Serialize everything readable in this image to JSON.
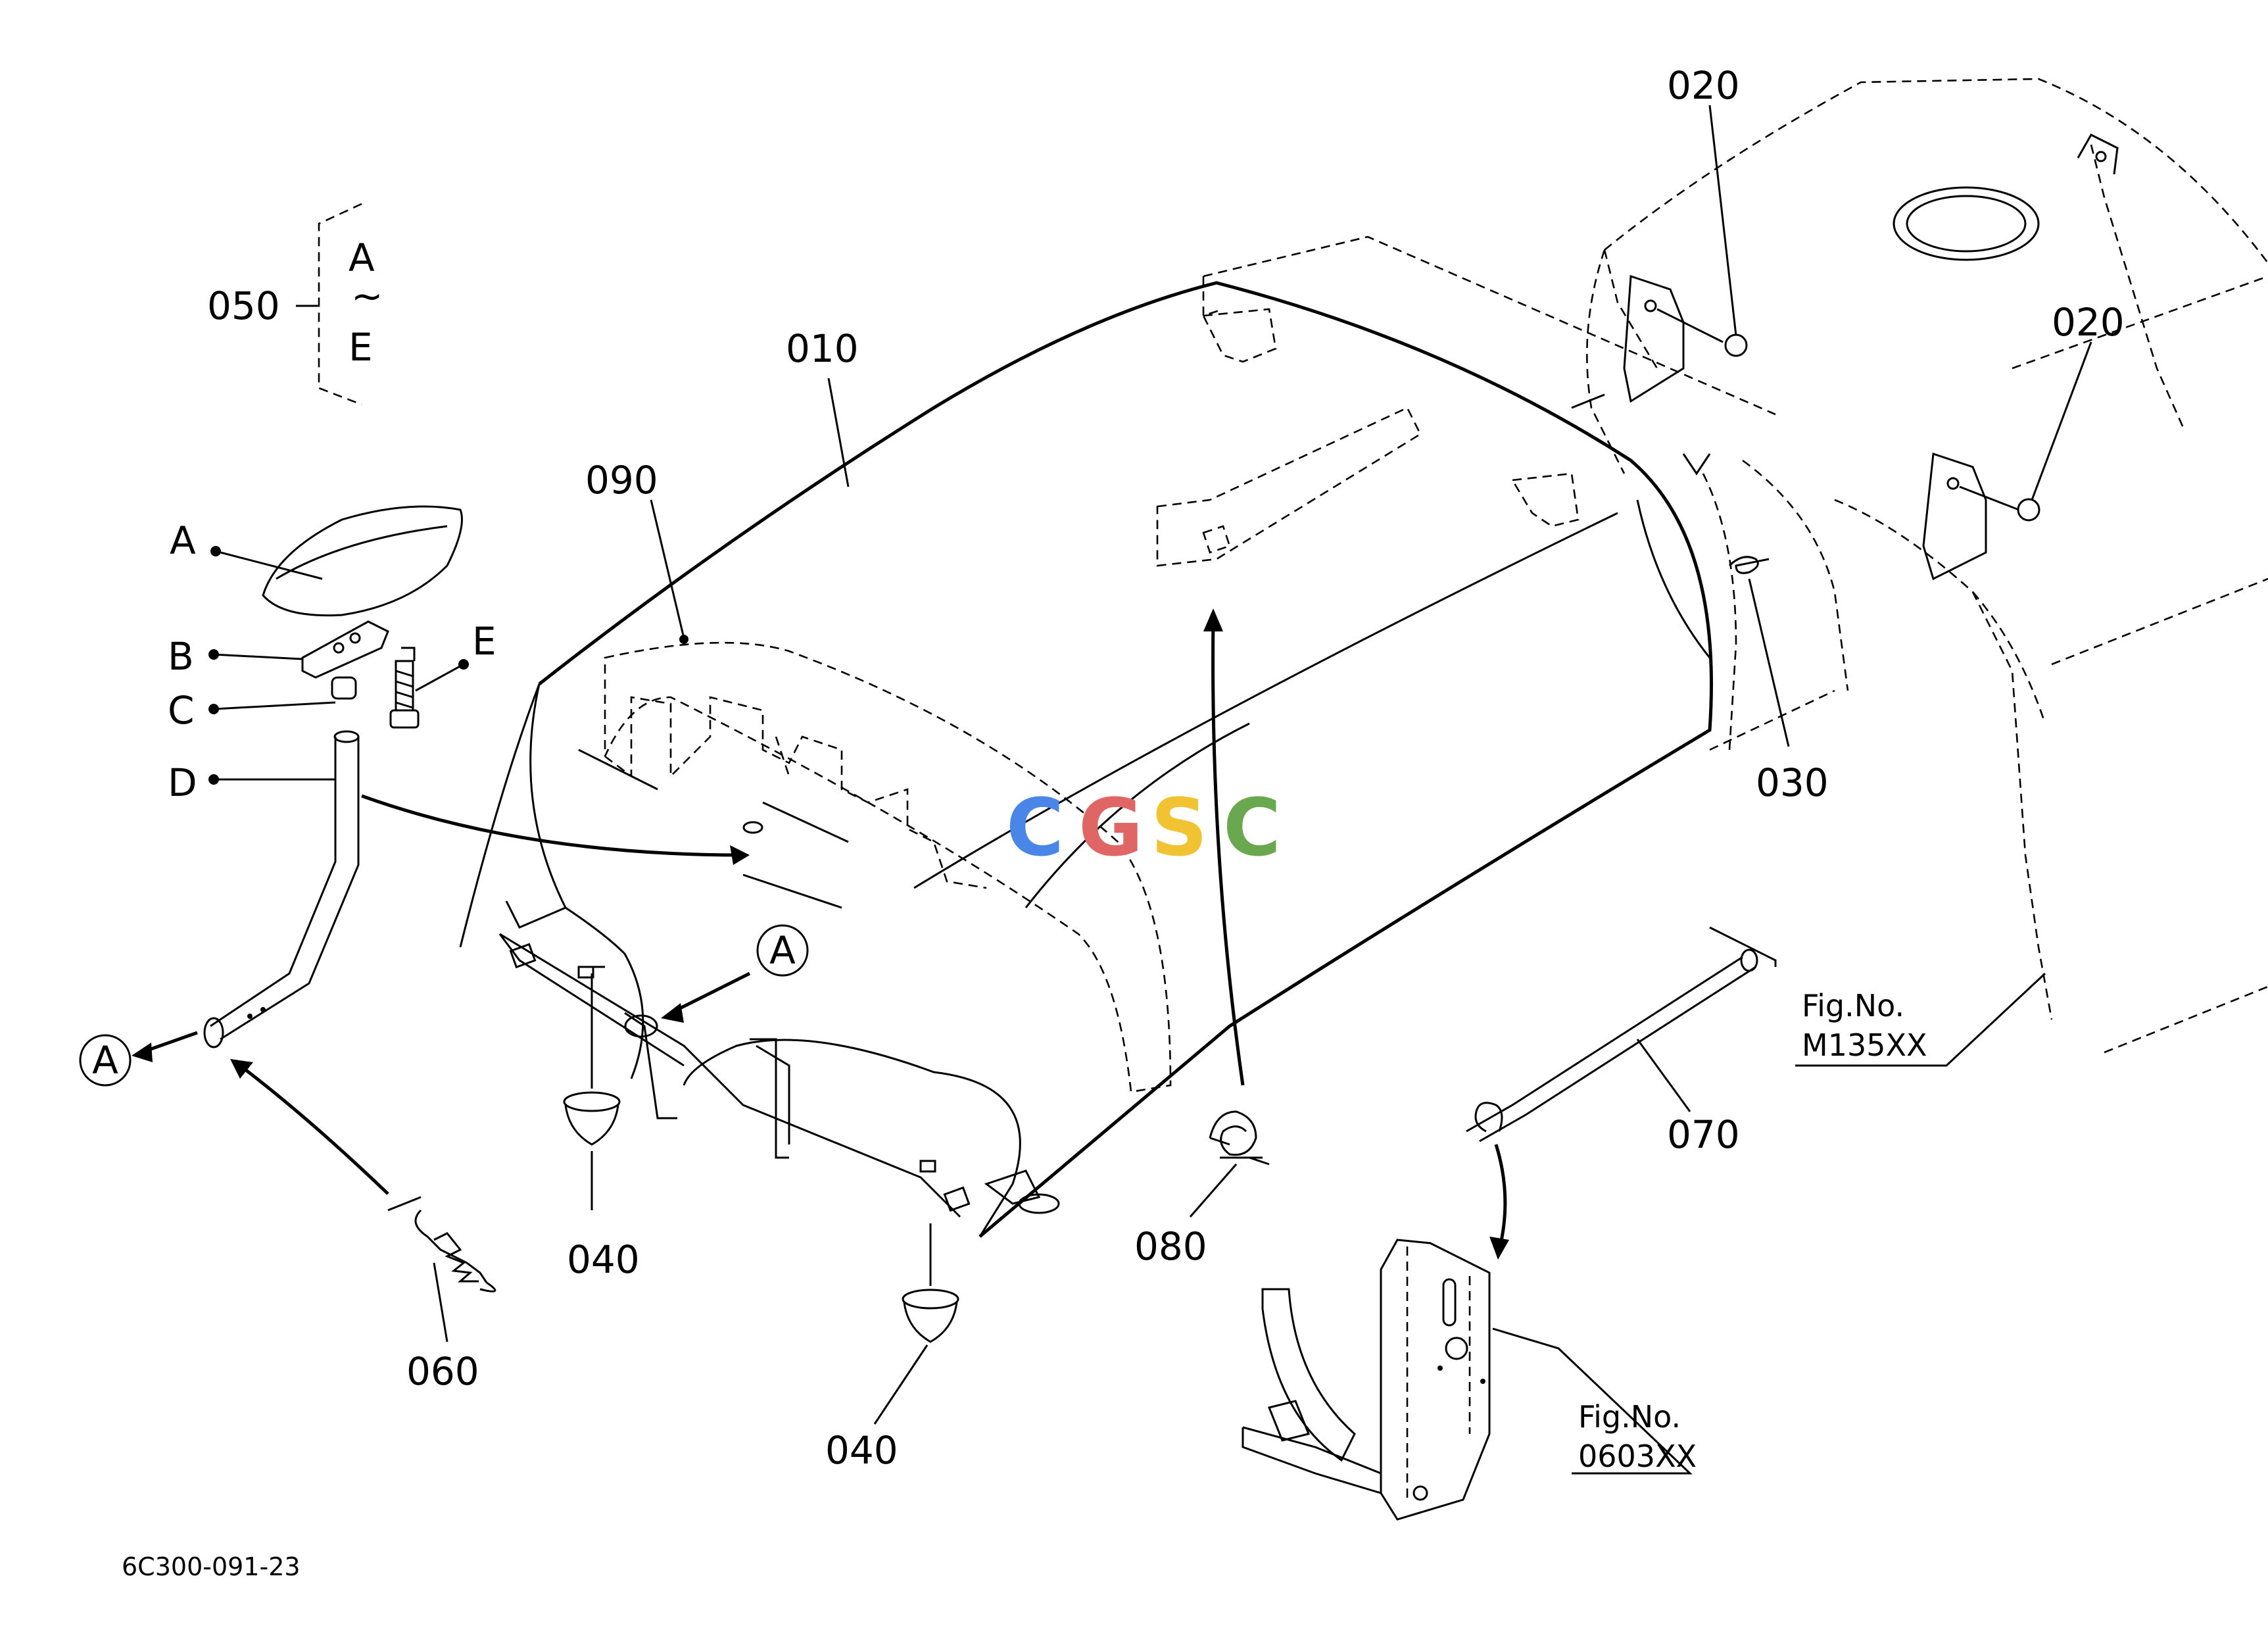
{
  "diagram": {
    "part_labels": {
      "p010": "010",
      "p020a": "020",
      "p020b": "020",
      "p030": "030",
      "p040a": "040",
      "p040b": "040",
      "p050": "050",
      "p060": "060",
      "p070": "070",
      "p080": "080",
      "p090": "090"
    },
    "letter_labels": {
      "A": "A",
      "B": "B",
      "C": "C",
      "D": "D",
      "E": "E"
    },
    "bracket_range": {
      "from": "A",
      "tilde": "~",
      "to": "E"
    },
    "circle_refs": {
      "left": "A",
      "center": "A"
    },
    "fig_refs": {
      "upper_line1": "Fig.No.",
      "upper_line2": "M135XX",
      "lower_line1": "Fig.No.",
      "lower_line2": "0603XX"
    },
    "drawing_code": "6C300-091-23",
    "watermark": {
      "letters": [
        "C",
        "G",
        "S",
        "C"
      ],
      "colors": [
        "#4a86e8",
        "#e06666",
        "#f1c232",
        "#6aa84f"
      ]
    }
  }
}
